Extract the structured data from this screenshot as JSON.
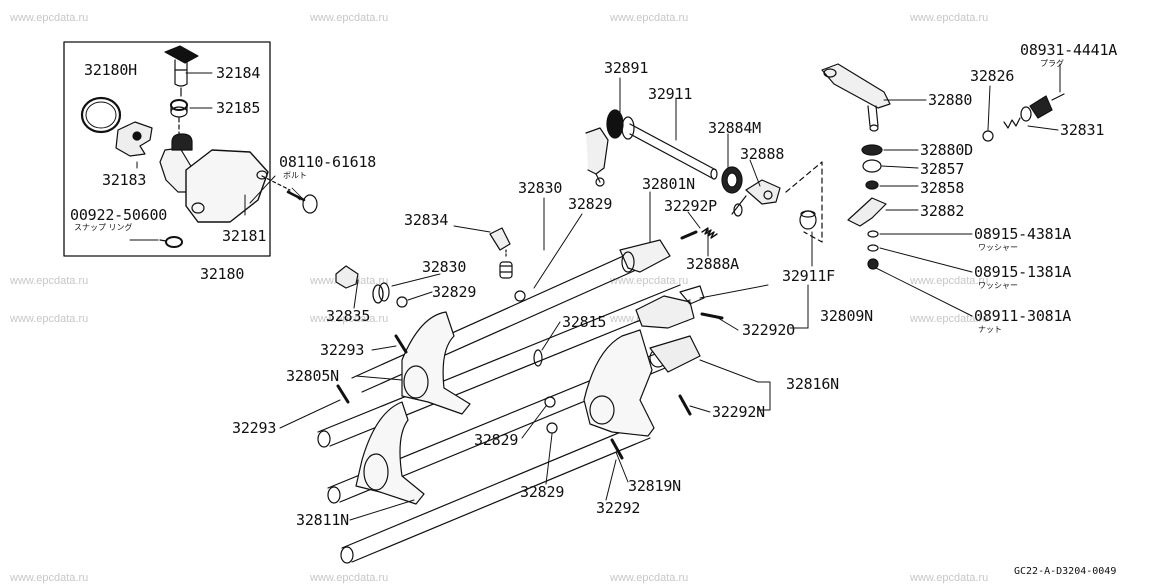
{
  "watermark": "www.epcdata.ru",
  "figure_code": "GC22-A-D3204-0049",
  "parts": {
    "p32180H": "32180H",
    "p32184": "32184",
    "p32185": "32185",
    "p32183": "32183",
    "p08110": "08110-61618",
    "p08110_sub": "ボルト",
    "p00922": "00922-50600",
    "p00922_sub": "スナップ リング",
    "p32181": "32181",
    "p32180": "32180",
    "p32891": "32891",
    "p32911": "32911",
    "p32884M": "32884M",
    "p32888": "32888",
    "p32830a": "32830",
    "p32829a": "32829",
    "p32801N": "32801N",
    "p32834": "32834",
    "p32292P": "32292P",
    "p32888A": "32888A",
    "p32911F": "32911F",
    "p32830b": "32830",
    "p32829b": "32829",
    "p32835": "32835",
    "p32815": "32815",
    "p32809N": "32809N",
    "p32292O": "32292O",
    "p32293a": "32293",
    "p32805N": "32805N",
    "p32816N": "32816N",
    "p32293b": "32293",
    "p32292N": "32292N",
    "p32829c": "32829",
    "p32829d": "32829",
    "p32819N": "32819N",
    "p32292": "32292",
    "p32811N": "32811N",
    "p08931": "08931-4441A",
    "p08931_sub": "プラグ",
    "p32826": "32826",
    "p32880": "32880",
    "p32831": "32831",
    "p32880D": "32880D",
    "p32857": "32857",
    "p32858": "32858",
    "p32882": "32882",
    "p08915a": "08915-4381A",
    "p08915a_sub": "ワッシャー",
    "p08915b": "08915-1381A",
    "p08915b_sub": "ワッシャー",
    "p08911": "08911-3081A",
    "p08911_sub": "ナット"
  }
}
